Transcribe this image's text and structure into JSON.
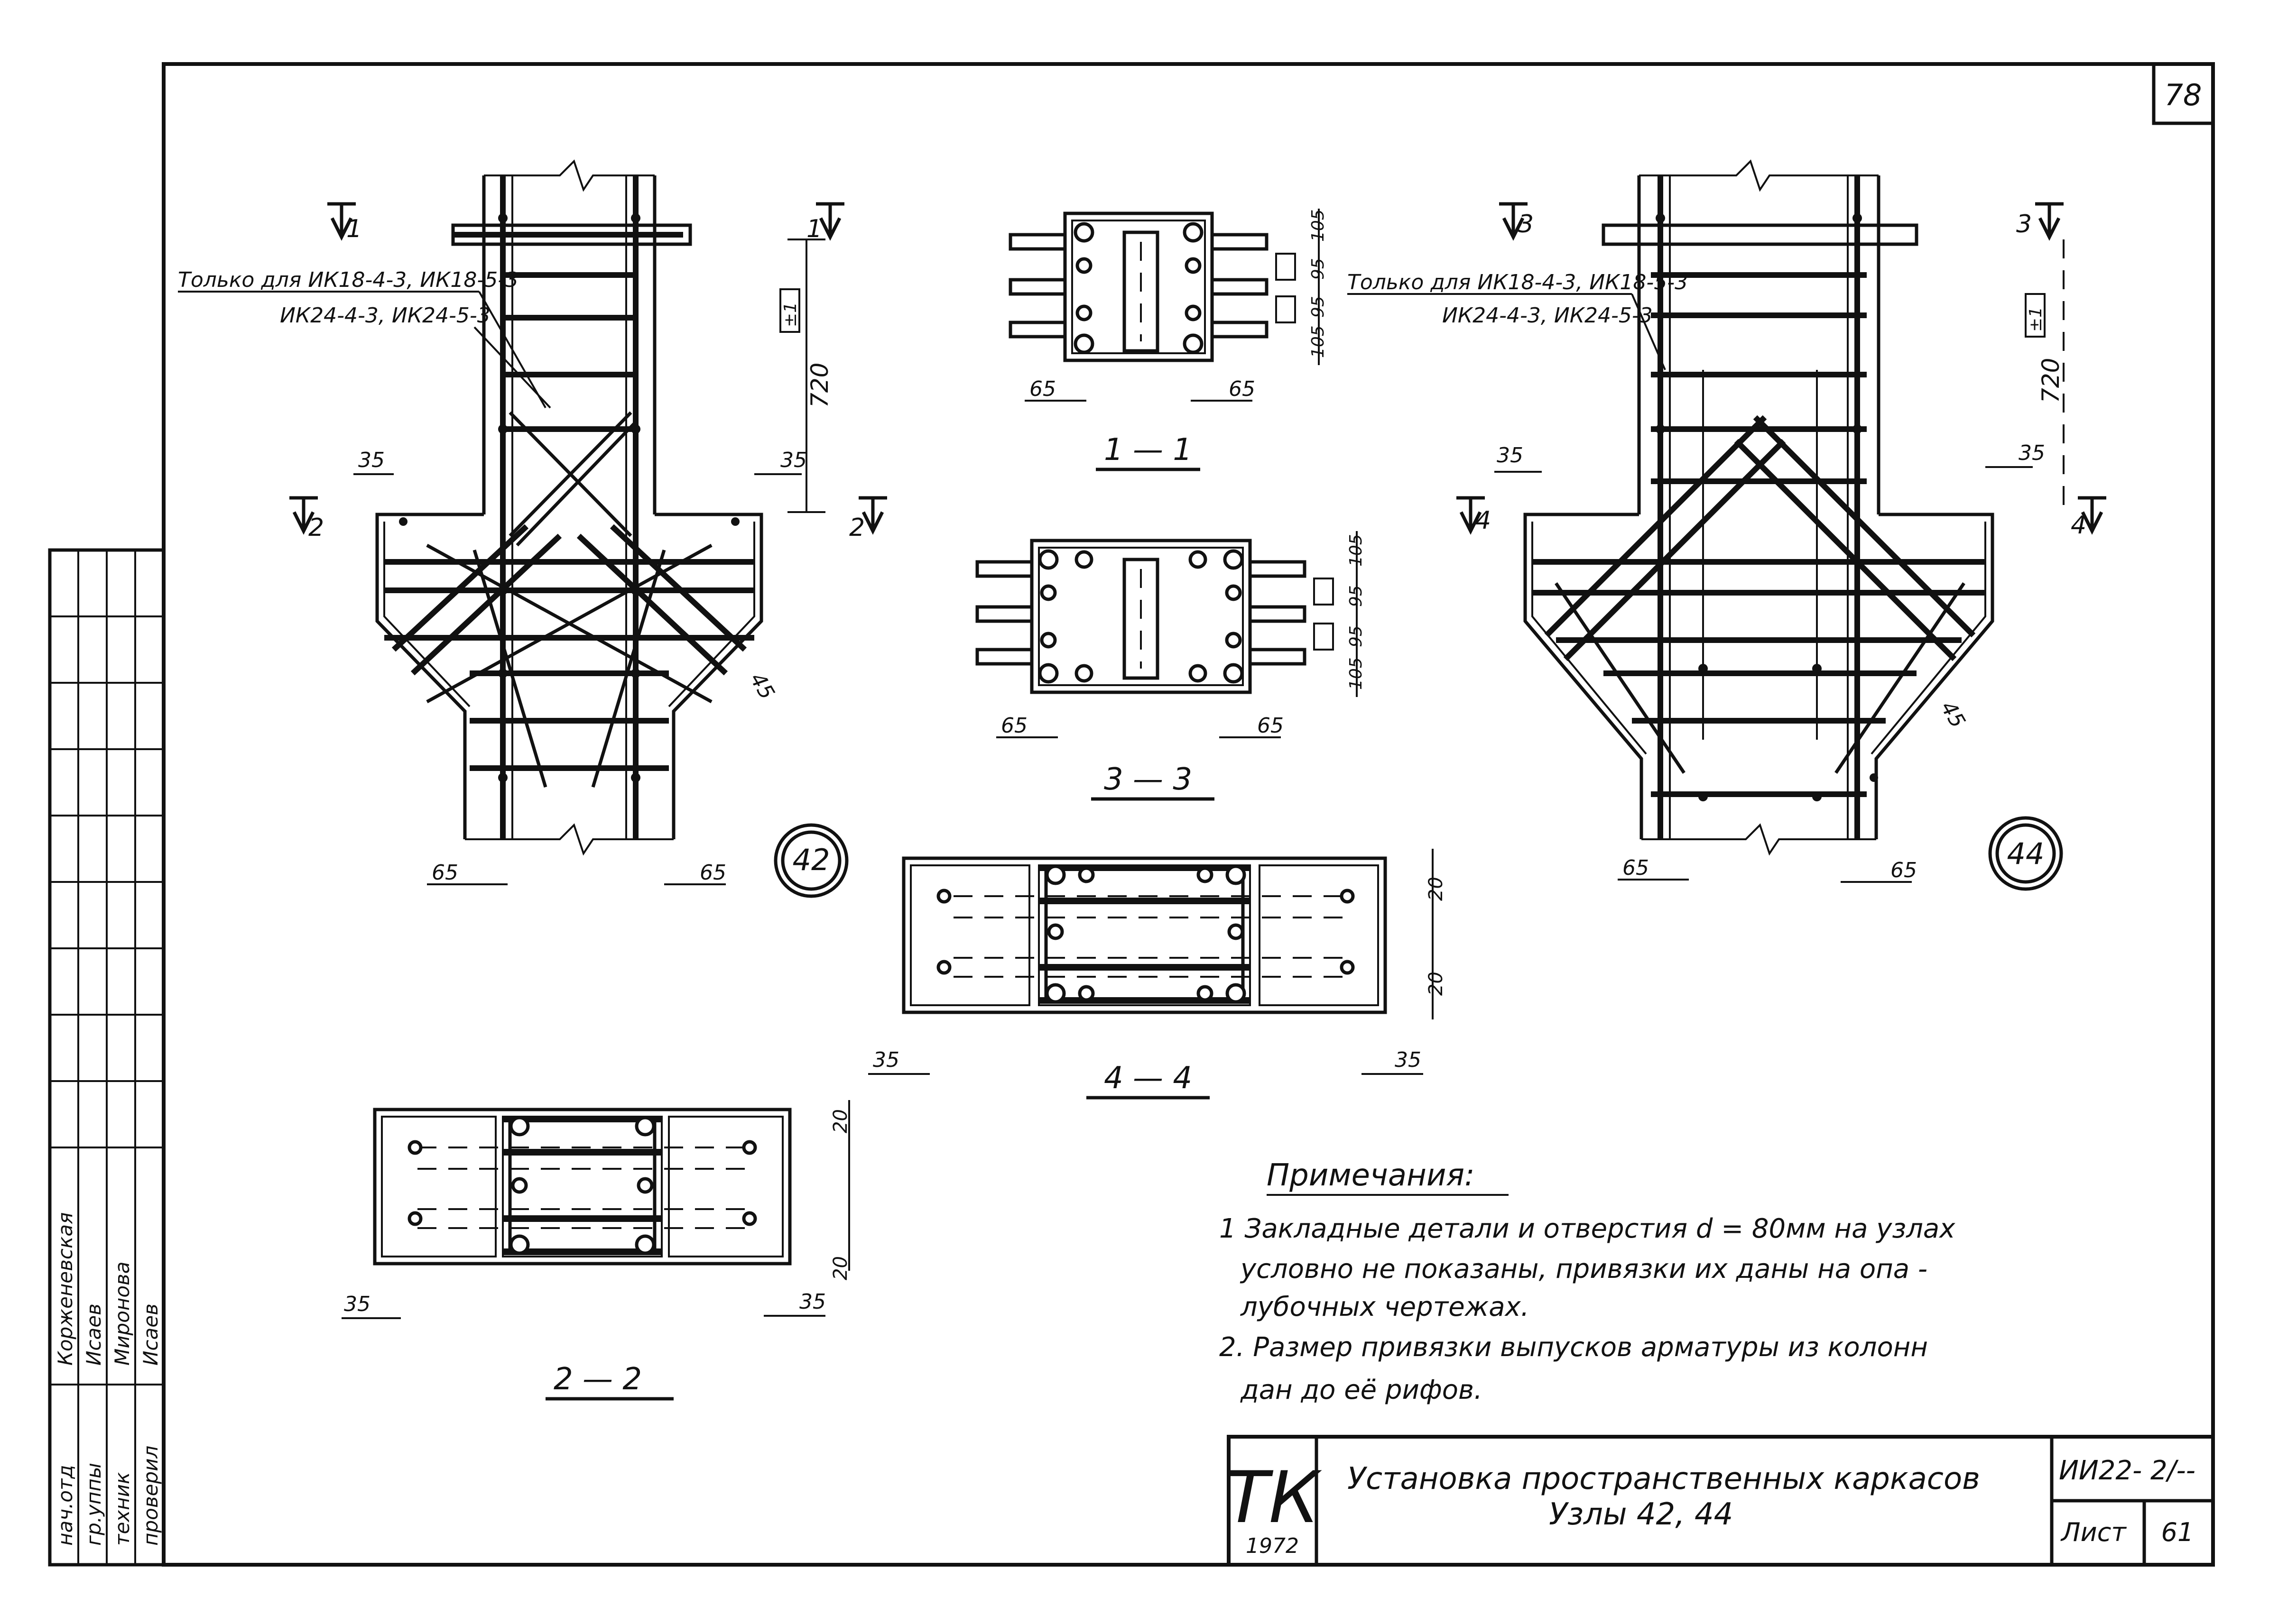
{
  "sheet_number": "78",
  "section_marks": {
    "s1": "1",
    "s2": "2",
    "s3": "3",
    "s4": "4"
  },
  "sections": {
    "s11": "1 — 1",
    "s22": "2 — 2",
    "s33": "3 — 3",
    "s44": "4 — 4"
  },
  "node_labels": {
    "n42": "42",
    "n44": "44"
  },
  "callouts": {
    "left_line1": "Только для ИК18-4-3, ИК18-5-3",
    "left_line2": "ИК24-4-3, ИК24-5-3",
    "right_line1": "Только для ИК18-4-3, ИК18-5-3",
    "right_line2": "ИК24-4-3, ИК24-5-3"
  },
  "dimensions": {
    "d65": "65",
    "d35": "35",
    "d45": "45",
    "d720": "720",
    "d105": "105",
    "d95": "95",
    "d20": "20",
    "pm": "±1"
  },
  "notes": {
    "title": "Примечания:",
    "line1": "1 Закладные детали и отверстия d = 80мм на узлах",
    "line2": "условно не показаны, привязки их даны на опа -",
    "line3": "лубочных чертежах.",
    "line4": "2. Размер привязки выпусков арматуры из колонн",
    "line5": "дан до её рифов."
  },
  "title_block": {
    "logo": "ТК",
    "year": "1972",
    "title_line1": "Установка пространственных каркасов",
    "title_line2": "Узлы 42, 44",
    "code": "ИИ22- 2/--",
    "sheet_label": "Лист",
    "sheet_no": "61"
  },
  "sidebar": {
    "roles": [
      "нач.отд",
      "гр.уппы",
      "техник",
      "проверил"
    ],
    "names": [
      "Корженевская",
      "Исаев",
      "Миронова",
      "Исаев"
    ]
  }
}
